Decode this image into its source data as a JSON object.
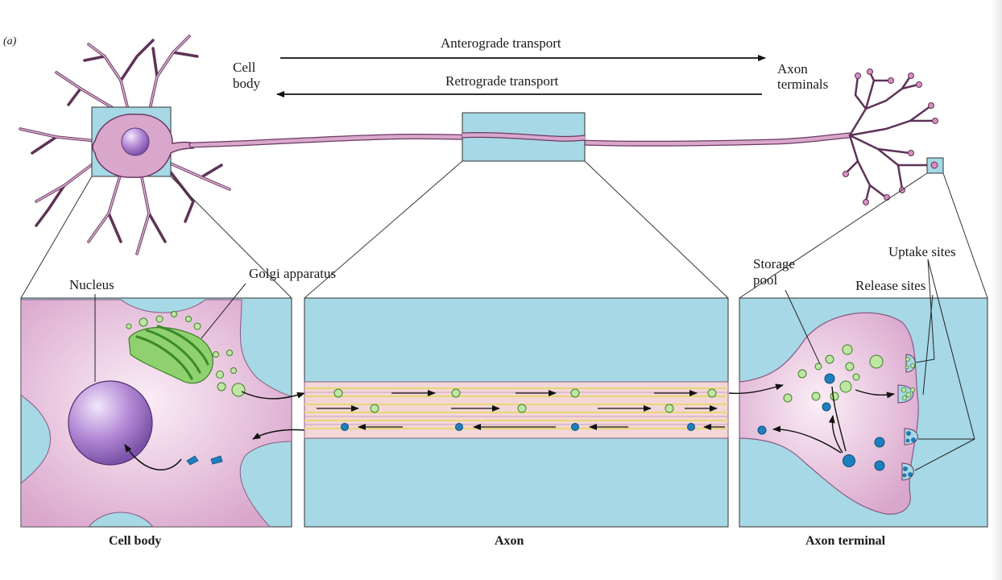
{
  "panel_letter": "(a)",
  "labels": {
    "anterograde": "Anterograde transport",
    "retrograde": "Retrograde transport",
    "cell_body_top_line1": "Cell",
    "cell_body_top_line2": "body",
    "axon_terminals_line1": "Axon",
    "axon_terminals_line2": "terminals",
    "nucleus": "Nucleus",
    "golgi": "Golgi apparatus",
    "storage_pool_line1": "Storage",
    "storage_pool_line2": "pool",
    "uptake_sites": "Uptake sites",
    "release_sites": "Release sites"
  },
  "captions": {
    "cell_body": "Cell body",
    "axon": "Axon",
    "axon_terminal": "Axon terminal"
  },
  "colors": {
    "neuron_fill": "#d8a8cc",
    "neuron_stroke": "#6b3a62",
    "background_blue": "#a6d8e6",
    "golgi_green": "#7fcf5c",
    "vesicle_light_green": "#bfe6a2",
    "vesicle_blue": "#1e7fbf",
    "nucleus_purple": "#9a6fc0"
  }
}
